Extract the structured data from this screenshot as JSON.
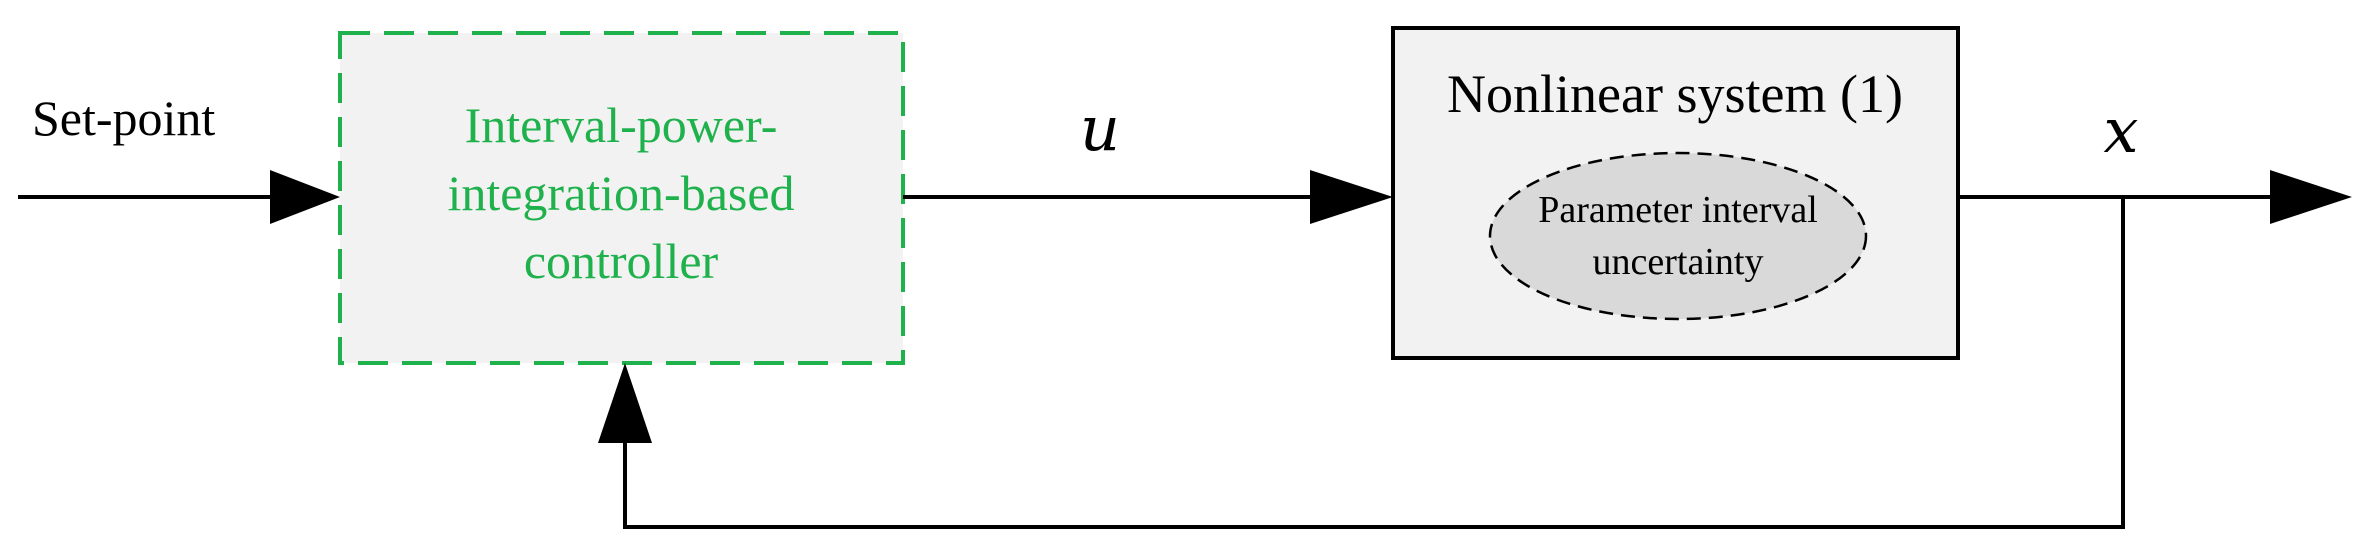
{
  "input_label": "Set-point",
  "controller": {
    "lines": [
      "Interval-power-",
      "integration-based",
      "controller"
    ],
    "text_color": "#1fb14c",
    "border_color": "#1fb14c",
    "fill_color": "#f2f2f2"
  },
  "control_signal_label": "u",
  "plant": {
    "title": "Nonlinear system (1)",
    "fill_color": "#f2f2f2",
    "uncertainty": {
      "lines": [
        "Parameter interval",
        "uncertainty"
      ],
      "fill_color": "#d9d9d9"
    }
  },
  "output_label": "x"
}
